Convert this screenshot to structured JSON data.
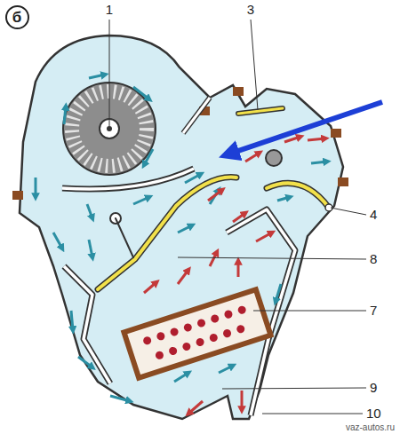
{
  "diagram": {
    "nodes": [
      {
        "text": [
          "б"
        ]
      }
    ],
    "labels": [
      "1",
      "3",
      "4",
      "8",
      "7",
      "9",
      "10",
      "vaz-autos.ru"
    ]
  }
}
